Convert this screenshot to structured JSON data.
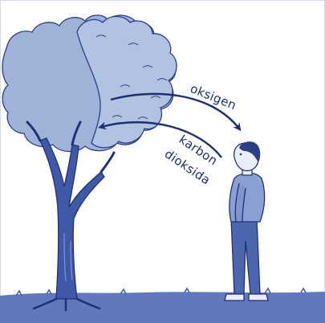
{
  "labels": {
    "oxygen": "oksigen",
    "carbon_line1": "karbon",
    "carbon_line2": "dioksida"
  },
  "colors": {
    "canopy_back": "#9fb2d8",
    "canopy_front": "#b2c2e3",
    "canopy_outline": "#2a3f86",
    "trunk": "#3f59a8",
    "ground": "#5f78be",
    "sky": "#ffffff",
    "person": "#4d66b0",
    "skin": "#e9eef8",
    "label_text": "#1c2f6e"
  },
  "icons": {
    "tree": "tree-illustration",
    "person": "person-illustration",
    "arrow_out": "arrow-right-icon",
    "arrow_in": "arrow-left-icon"
  }
}
